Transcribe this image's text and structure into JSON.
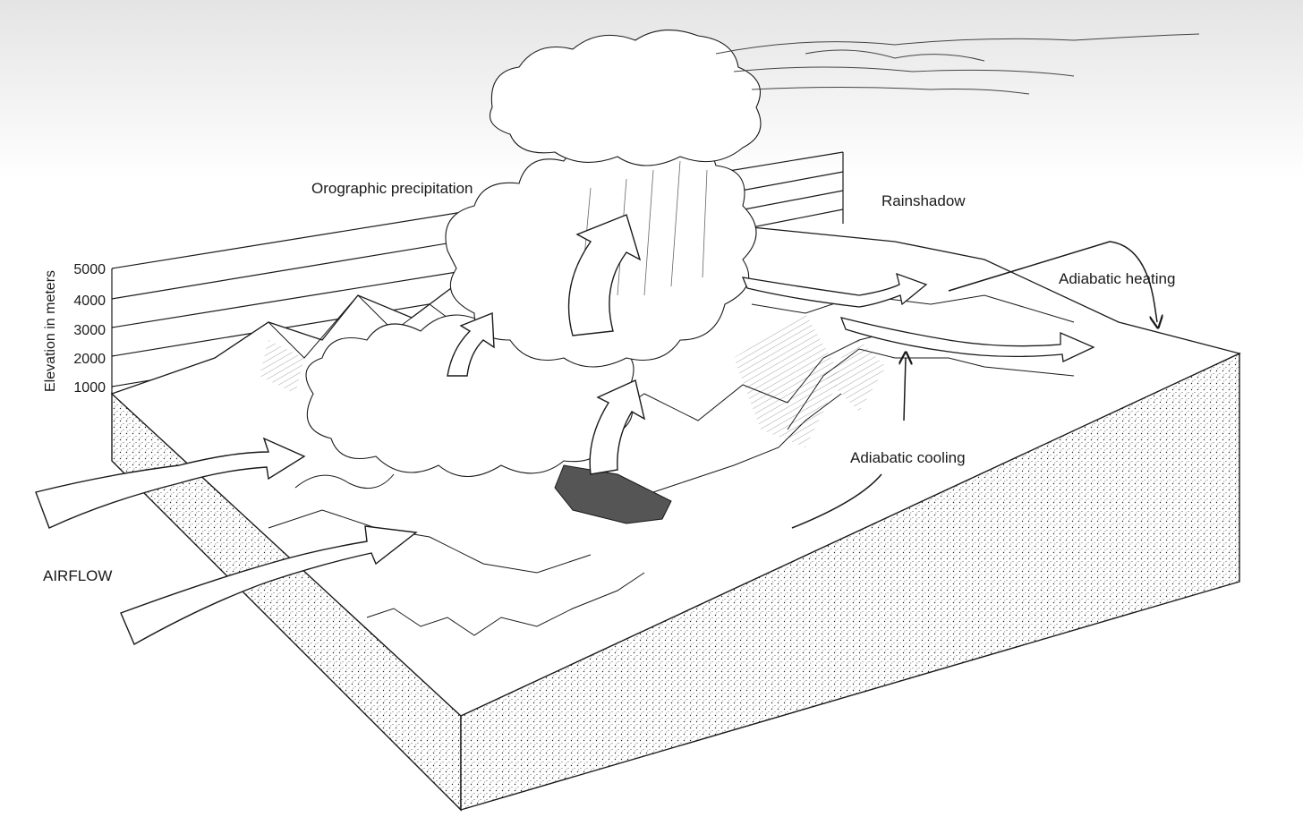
{
  "labels": {
    "orographic": "Orographic precipitation",
    "rainshadow": "Rainshadow",
    "heating": "Adiabatic heating",
    "cooling": "Adiabatic cooling",
    "airflow": "AIRFLOW"
  },
  "axis": {
    "title": "Elevation in meters",
    "ticks": [
      "5000",
      "4000",
      "3000",
      "2000",
      "1000"
    ]
  },
  "colors": {
    "ink": "#1a1a1a",
    "paper": "#ffffff",
    "stipple": "#d9d9d9",
    "lake": "#555555",
    "sky_shade": "#e8e8e8"
  }
}
